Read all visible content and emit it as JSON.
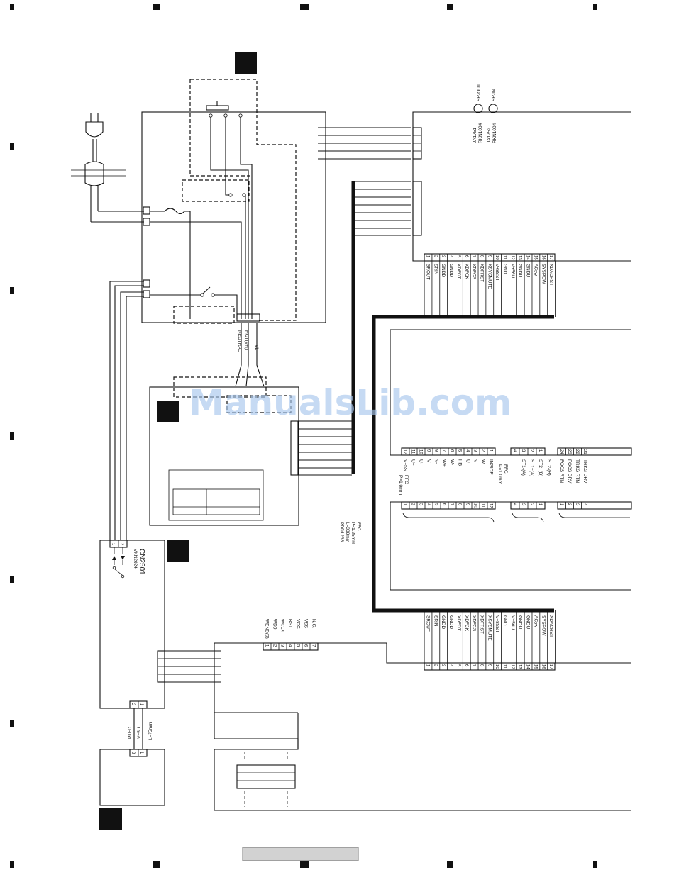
{
  "watermark": "ManualsLib.com",
  "ac_connector": {
    "wires": [
      "NEUTRAL",
      "HOT(VH)",
      "VL"
    ]
  },
  "jacks": {
    "sr_out": "SR-OUT",
    "sr_in": "SR-IN",
    "ja1751": "JA1751",
    "ja1752": "JA1752",
    "part_1": "RKN1004",
    "part_2": "RKN1004"
  },
  "top_connector": {
    "pins": [
      "1",
      "2",
      "3",
      "4",
      "5",
      "6",
      "7",
      "8",
      "9",
      "10",
      "11",
      "12",
      "13",
      "14",
      "15",
      "16",
      "17"
    ],
    "signals": [
      "SROUT",
      "SRIN",
      "GNDD",
      "GNDD",
      "XDFDT",
      "XDFCK",
      "XDFCS",
      "XDFRST",
      "XSYSMUTE",
      "V+8SST",
      "GND",
      "V+56U",
      "GNDU",
      "GNDU",
      "ACsw",
      "SYSPOW",
      "XDACRST"
    ]
  },
  "bottom_connector": {
    "pins": [
      "1",
      "2",
      "3",
      "4",
      "5",
      "6",
      "7",
      "8",
      "9",
      "10",
      "11",
      "12",
      "13",
      "14",
      "15",
      "16",
      "17"
    ],
    "signals": [
      "SROUT",
      "SRIN",
      "GNDD",
      "GNDD",
      "XDFDT",
      "XDFCK",
      "XDFCS",
      "XDFRST",
      "XSYSMUTE",
      "V+8SST",
      "GND",
      "V+56U",
      "GNDU",
      "GNDU",
      "ACsw",
      "SYSPOW",
      "XDACRST"
    ]
  },
  "motor_ffc": {
    "pins_top": [
      "12",
      "11",
      "10",
      "9",
      "8",
      "7",
      "6",
      "5",
      "4",
      "3",
      "2",
      "1"
    ],
    "pins_bottom": [
      "1",
      "2",
      "3",
      "4",
      "5",
      "6",
      "7",
      "8",
      "9",
      "10",
      "11",
      "12"
    ],
    "signals": [
      "V+5S",
      "U+",
      "U-",
      "V+",
      "V-",
      "W+",
      "W-",
      "HB",
      "U",
      "V",
      "W",
      "INSIDE"
    ],
    "ffc_label": "FFC",
    "pitch": "P=1.0mm"
  },
  "stepper_ffc": {
    "pins_top": [
      "4",
      "3",
      "2",
      "1"
    ],
    "pins_bottom": [
      "4",
      "3",
      "2",
      "1"
    ],
    "signals": [
      "ST1-(A)",
      "ST1+(A)",
      "ST2+(B)",
      "ST2-(B)"
    ],
    "ffc_label": "FFC",
    "pitch": "P=1.0mm"
  },
  "pickup_conn": {
    "pins_top": [
      "24",
      "23",
      "22",
      "21"
    ],
    "pins_bottom": [
      "1",
      "2",
      "3",
      "4"
    ],
    "signals": [
      "FOCS RTN",
      "FOCS DRV",
      "TRKG RTN",
      "TRKG DRV"
    ]
  },
  "pdd_cable": {
    "part": "PDD1233",
    "length": "L=300mm",
    "pitch": "P=1.25mm",
    "type": "FFC"
  },
  "cn2501": {
    "label": "CN2501",
    "part": "VKN2024",
    "pins": [
      "1",
      "2"
    ]
  },
  "fl_connector": {
    "pins": [
      "1",
      "2",
      "3",
      "4",
      "5",
      "6",
      "7"
    ],
    "signals": [
      "WEND(0)",
      "WD0",
      "WCLK",
      "RST",
      "VCC",
      "VSS",
      "N.C."
    ]
  },
  "led_cable": {
    "signals": [
      "PLED",
      "V+5U"
    ],
    "length": "L=75mm",
    "pins_a": [
      "2",
      "1"
    ],
    "pins_b": [
      "2",
      "1"
    ]
  }
}
